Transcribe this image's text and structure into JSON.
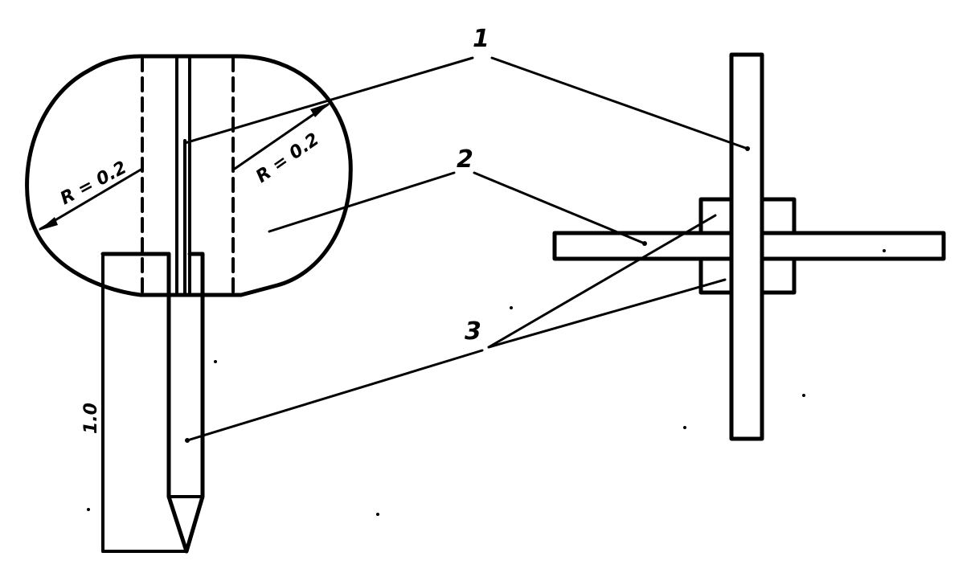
{
  "labels": {
    "callout_1": "1",
    "callout_2": "2",
    "callout_3": "3",
    "radius_left": "R = 0.2",
    "radius_right": "R = 0.2",
    "length_dim": "1.0"
  }
}
